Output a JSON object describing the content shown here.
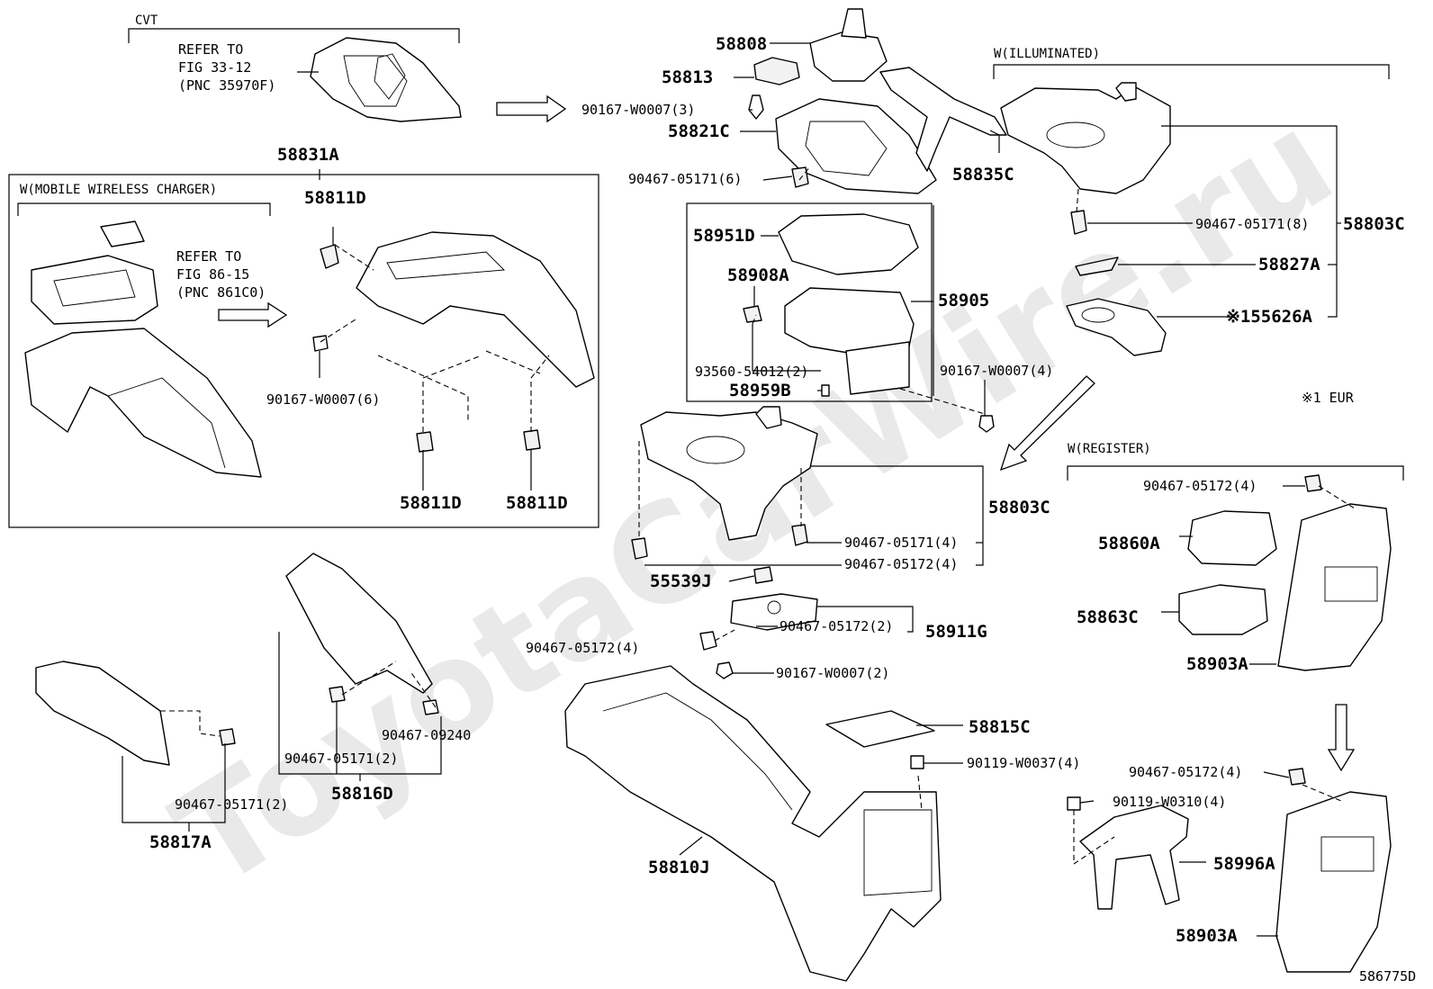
{
  "watermark": "ToyotaCarWire.ru",
  "diagram_id": "586775D",
  "groups": {
    "cvt": "CVT",
    "wireless": "W(MOBILE WIRELESS CHARGER)",
    "illuminated": "W(ILLUMINATED)",
    "register": "W(REGISTER)"
  },
  "refs": {
    "cvt": [
      "REFER TO",
      "FIG 33-12",
      "(PNC 35970F)"
    ],
    "wireless": [
      "REFER TO",
      "FIG 86-15",
      "(PNC 861C0)"
    ]
  },
  "note": "※1 EUR",
  "parts": {
    "p58808": "58808",
    "p58813": "58813",
    "p90167_w0007_3": "90167-W0007(3)",
    "p58821c": "58821C",
    "p90467_05171_6": "90467-05171(6)",
    "p58835c": "58835C",
    "p58831a": "58831A",
    "p58811d_top": "58811D",
    "p90167_w0007_6": "90167-W0007(6)",
    "p58811d_b1": "58811D",
    "p58811d_b2": "58811D",
    "p58951d": "58951D",
    "p58908a": "58908A",
    "p58905": "58905",
    "p93560": "93560-54012(2)",
    "p58959b": "58959B",
    "p90167_w0007_4": "90167-W0007(4)",
    "p90467_05171_8": "90467-05171(8)",
    "p58803c_top": "58803C",
    "p58827a": "58827A",
    "p55626a": "※155626A",
    "p58803c_mid": "58803C",
    "p90467_05171_4": "90467-05171(4)",
    "p90467_05172_4a": "90467-05172(4)",
    "p55539j": "55539J",
    "p58911g": "58911G",
    "p90467_05172_2": "90467-05172(2)",
    "p90467_05172_4b": "90467-05172(4)",
    "p90167_w0007_2": "90167-W0007(2)",
    "p58815c": "58815C",
    "p90119_w0037": "90119-W0037(4)",
    "p58810j": "58810J",
    "p90467_09240": "90467-09240",
    "p90467_05171_2a": "90467-05171(2)",
    "p58816d": "58816D",
    "p90467_05171_2b": "90467-05171(2)",
    "p58817a": "58817A",
    "p90467_05172_4c": "90467-05172(4)",
    "p58860a": "58860A",
    "p58863c": "58863C",
    "p58903a_top": "58903A",
    "p90467_05172_4d": "90467-05172(4)",
    "p90119_w0310": "90119-W0310(4)",
    "p58996a": "58996A",
    "p58903a_bot": "58903A"
  }
}
